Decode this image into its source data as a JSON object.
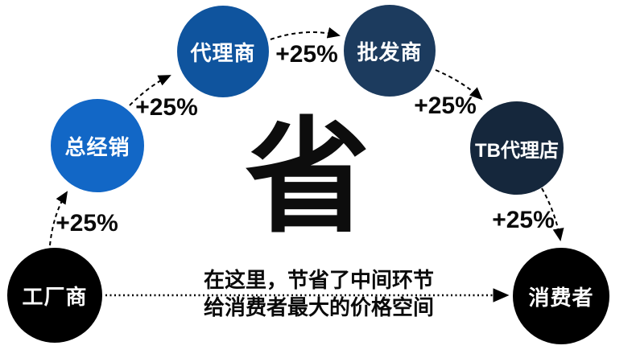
{
  "diagram": {
    "center_character": "省",
    "caption_line1": "在这里，节省了中间环节",
    "caption_line2": "给消费者最大的价格空间",
    "increments": [
      "+25%",
      "+25%",
      "+25%",
      "+25%",
      "+25%"
    ],
    "nodes": [
      {
        "id": "factory",
        "label": "工厂商",
        "color": "#000000"
      },
      {
        "id": "general-distributor",
        "label": "总经销",
        "color": "#1267c6"
      },
      {
        "id": "agent",
        "label": "代理商",
        "color": "#0f549e"
      },
      {
        "id": "wholesaler",
        "label": "批发商",
        "color": "#1c3b5e"
      },
      {
        "id": "tb-agency-store",
        "label": "TB代理店",
        "color": "#15273c"
      },
      {
        "id": "consumer",
        "label": "消费者",
        "color": "#000000"
      }
    ],
    "arrow_color": "#000000"
  }
}
